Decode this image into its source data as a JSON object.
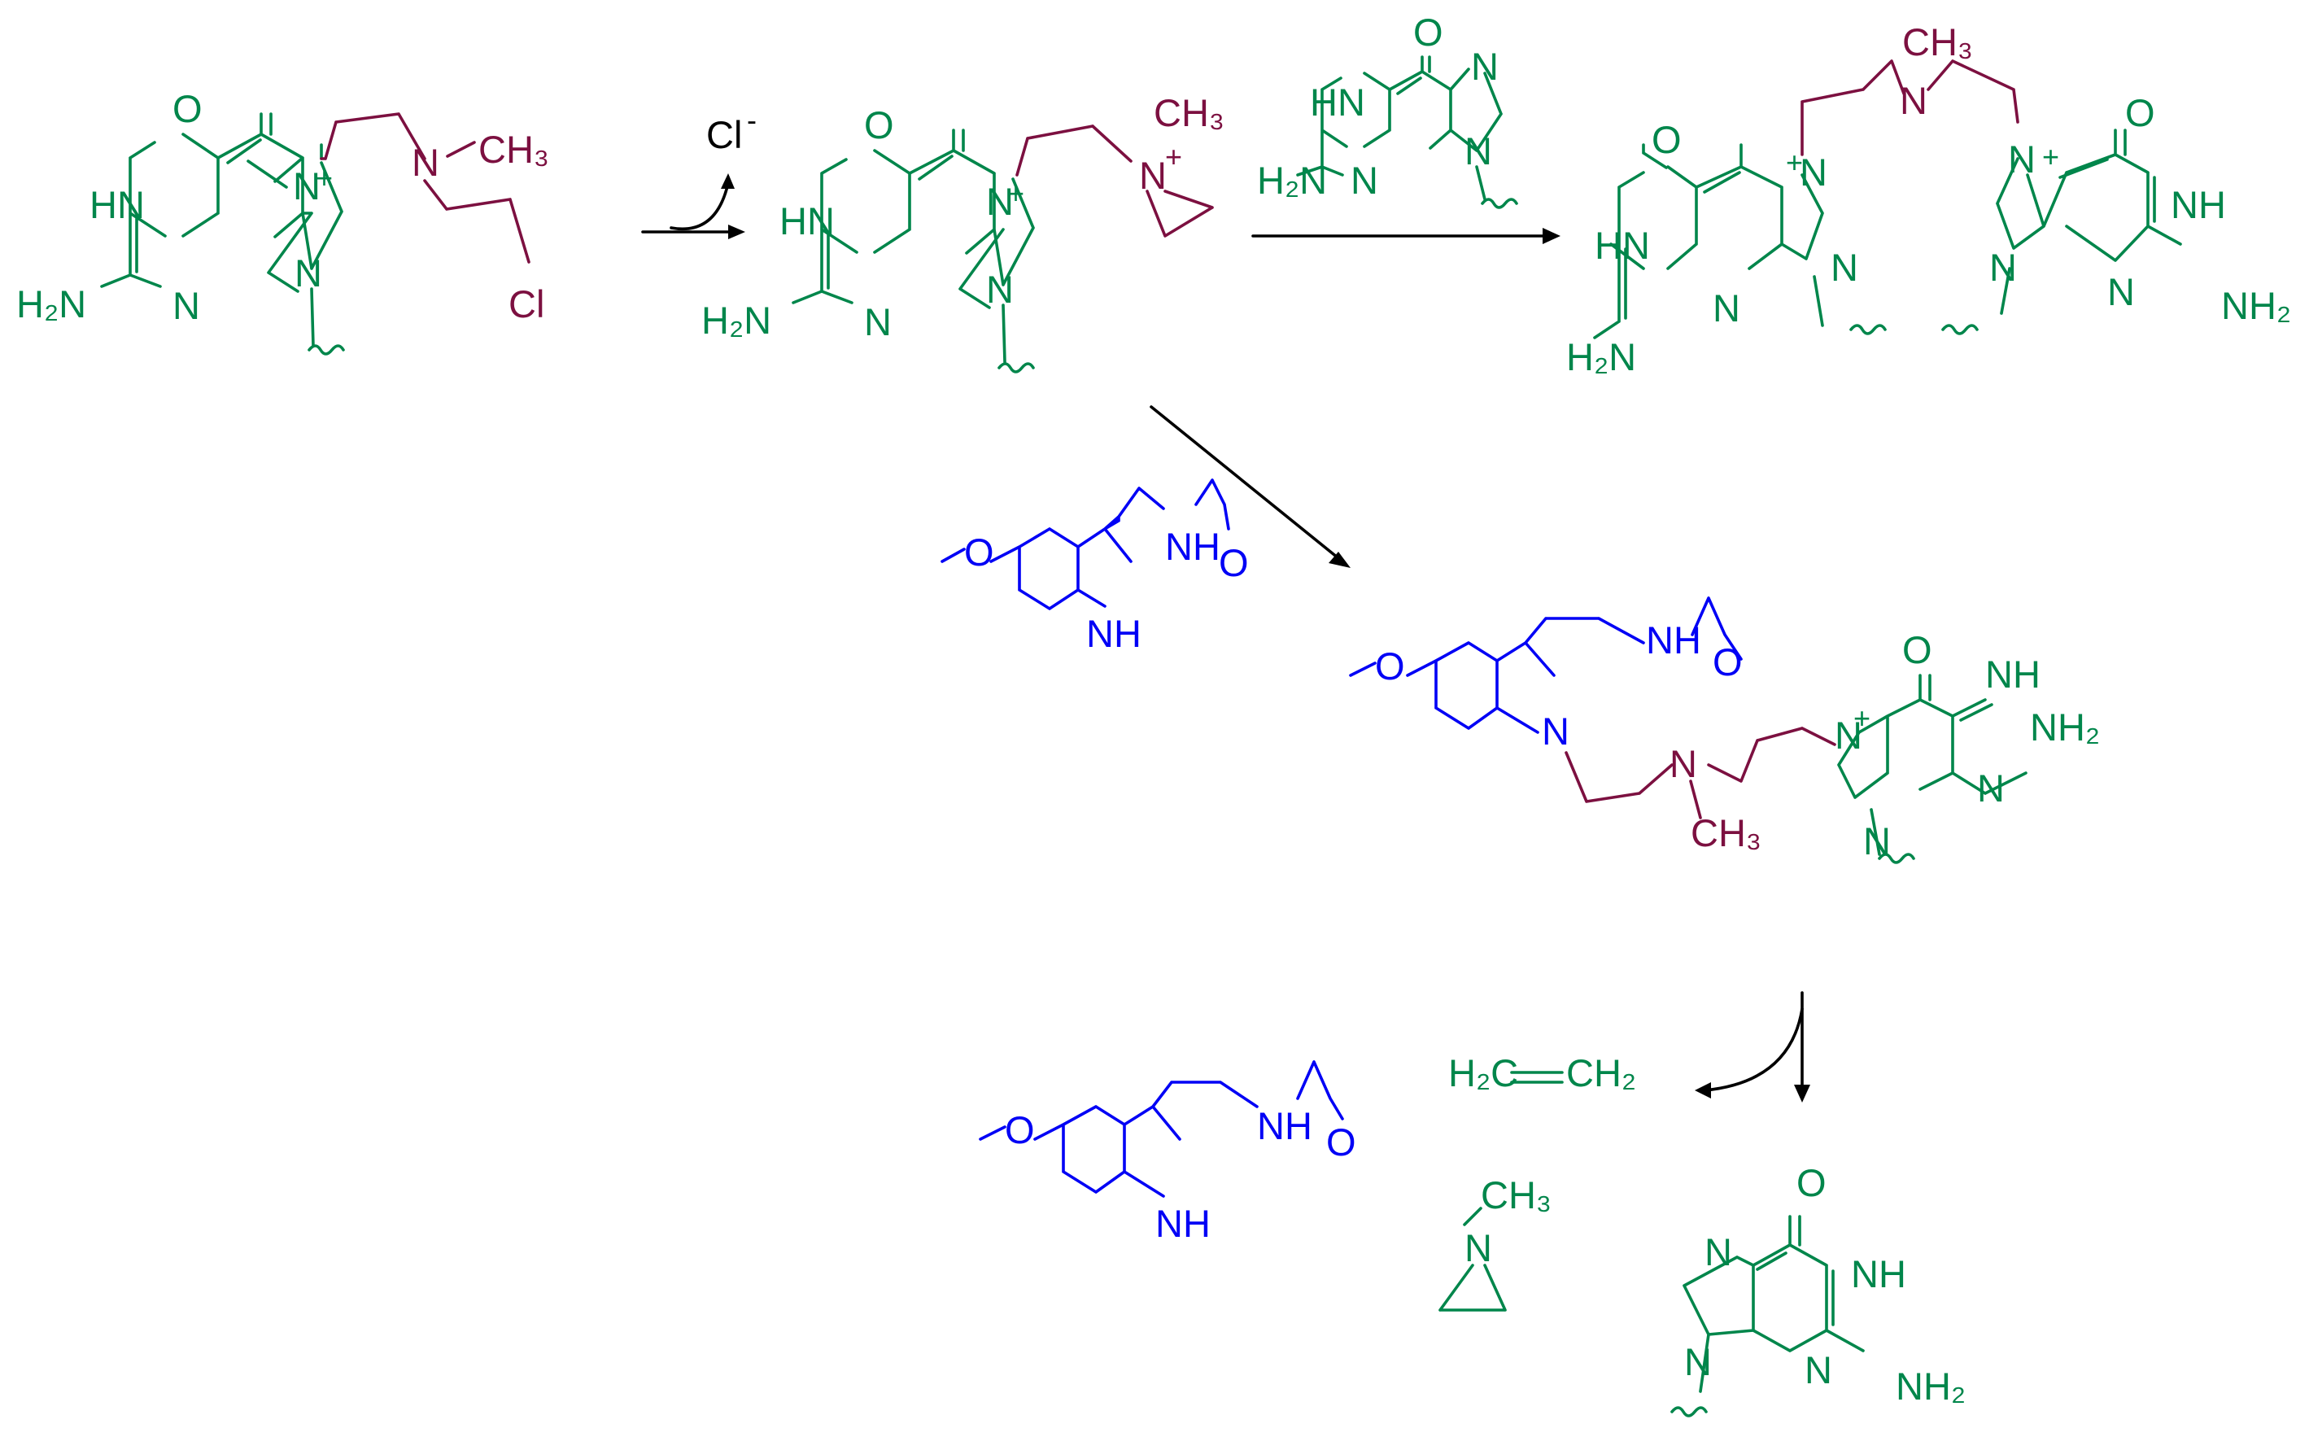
{
  "colors": {
    "guanine": "#00864b",
    "mustard_linker": "#7c1040",
    "melatonin": "#0000f5",
    "arrow": "#000000",
    "background": "#ffffff"
  },
  "labels": {
    "chloride": "Cl",
    "chloride_charge": "-",
    "ethylene_left": "H₂C",
    "ethylene_right": "CH₂",
    "plus": "+",
    "methyl": "CH₃",
    "amine": "NH₂",
    "amine_left": "H₂N",
    "nh": "NH",
    "hn": "HN",
    "n": "N",
    "o": "O",
    "cl": "Cl",
    "methoxy_o": "O"
  }
}
